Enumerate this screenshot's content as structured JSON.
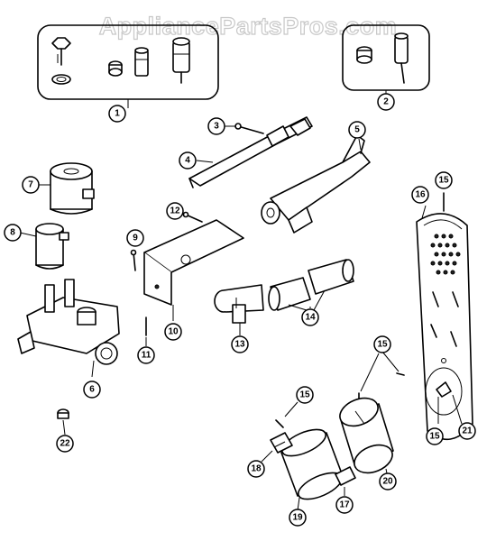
{
  "watermark": "AppliancePartsPros.com",
  "callouts": {
    "c1": "1",
    "c2": "2",
    "c3": "3",
    "c4": "4",
    "c5": "5",
    "c6": "6",
    "c7": "7",
    "c8": "8",
    "c9": "9",
    "c10": "10",
    "c11": "11",
    "c12": "12",
    "c13": "13",
    "c14": "14",
    "c15a": "15",
    "c15b": "15",
    "c15c": "15",
    "c15d": "15",
    "c16": "16",
    "c17": "17",
    "c18": "18",
    "c19": "19",
    "c20": "20",
    "c21": "21",
    "c22": "22"
  }
}
